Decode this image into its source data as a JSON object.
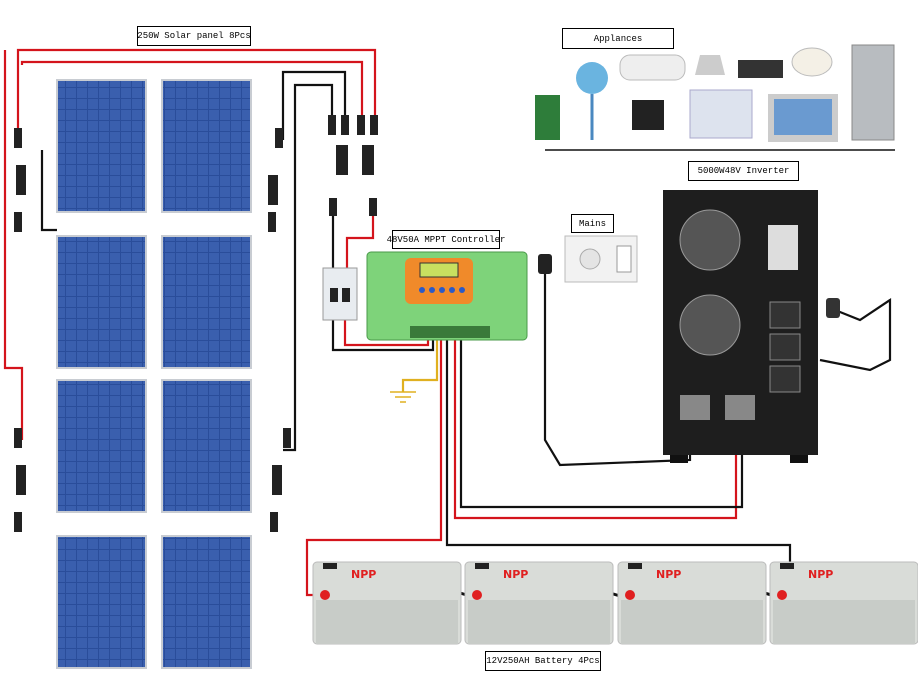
{
  "labels": {
    "solar": "250W Solar panel 8Pcs",
    "appliances": "Applances",
    "inverter": "5000W48V Inverter",
    "mains": "Mains",
    "controller": "48V50A MPPT Controller",
    "battery": "12V250AH Battery 4Pcs"
  },
  "battery_brand": "NPP",
  "colors": {
    "positive_wire": "#d4141c",
    "negative_wire": "#111111",
    "ground_wire": "#e0b020",
    "controller": "#7ed37a",
    "panel": "#2a4d9a",
    "battery": "#d9dcd8",
    "inverter": "#1e1e1e"
  }
}
